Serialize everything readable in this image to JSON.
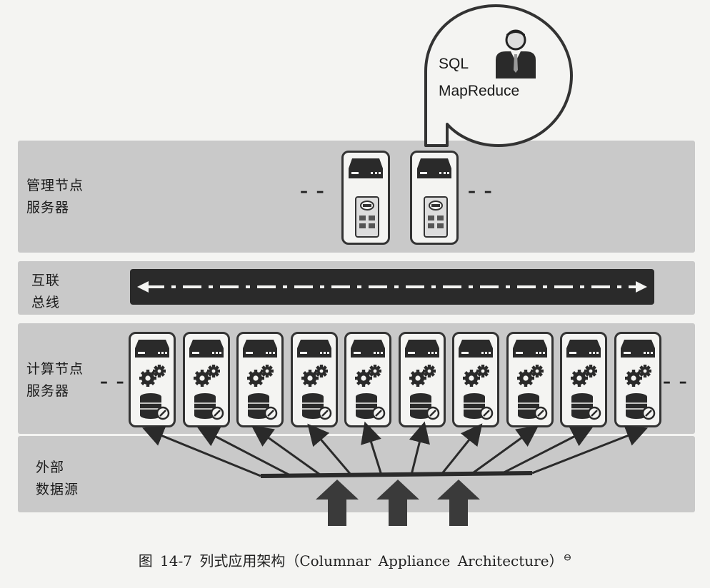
{
  "user_bubble": {
    "line1": "SQL",
    "line2": "MapReduce",
    "icon": "user-icon"
  },
  "layers": {
    "management": {
      "label": "管理节点\n服务器",
      "dashes": "– –"
    },
    "interconnect": {
      "label": "互联\n总线"
    },
    "compute": {
      "label": "计算节点\n服务器",
      "dashes": "– –"
    },
    "external": {
      "label": "外部\n数据源"
    }
  },
  "caption": {
    "figure": "图 14-7",
    "title": "列式应用架构（Columnar Appliance Architecture）",
    "footnote_mark": "⊖"
  }
}
